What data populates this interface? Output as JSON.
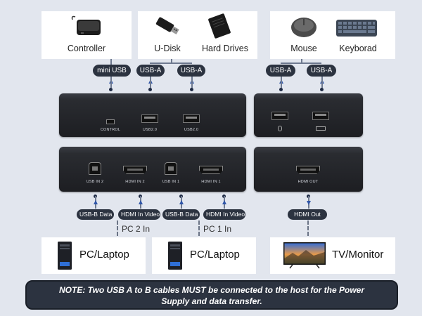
{
  "devices_top": {
    "controller": "Controller",
    "udisk": "U-Disk",
    "hard_drives": "Hard Drives",
    "mouse": "Mouse",
    "keyboard": "Keyborad"
  },
  "top_pills": {
    "mini_usb": "mini USB",
    "usb_a_1": "USB-A",
    "usb_a_2": "USB-A",
    "usb_a_3": "USB-A",
    "usb_a_4": "USB-A"
  },
  "front_panel": {
    "control": "CONTROL",
    "usb20_1": "USB2.0",
    "usb20_2": "USB2.0"
  },
  "rear_panel": {
    "usb_in_2": "USB IN 2",
    "hdmi_in_2": "HDMI IN 2",
    "usb_in_1": "USB IN 1",
    "hdmi_in_1": "HDMI IN 1",
    "hdmi_out": "HDMI OUT"
  },
  "bottom_pills": {
    "usbb_data_1": "USB-B Data",
    "hdmi_in_video_1": "HDMI In Video",
    "usbb_data_2": "USB-B Data",
    "hdmi_in_video_2": "HDMI In Video",
    "hdmi_out": "HDMI Out"
  },
  "pc_labels": {
    "pc2": "PC 2 In",
    "pc1": "PC 1 In"
  },
  "devices_bottom": {
    "pc_laptop_1": "PC/Laptop",
    "pc_laptop_2": "PC/Laptop",
    "tv_monitor": "TV/Monitor"
  },
  "note": {
    "line1": "NOTE: Two USB A to B cables MUST be connected to the host for the Power",
    "line2": "Supply and data transfer."
  },
  "colors": {
    "background": "#e2e6ee",
    "pill": "#2c3340",
    "arrow": "#2f55a8",
    "device_box": "#1d1e22"
  }
}
